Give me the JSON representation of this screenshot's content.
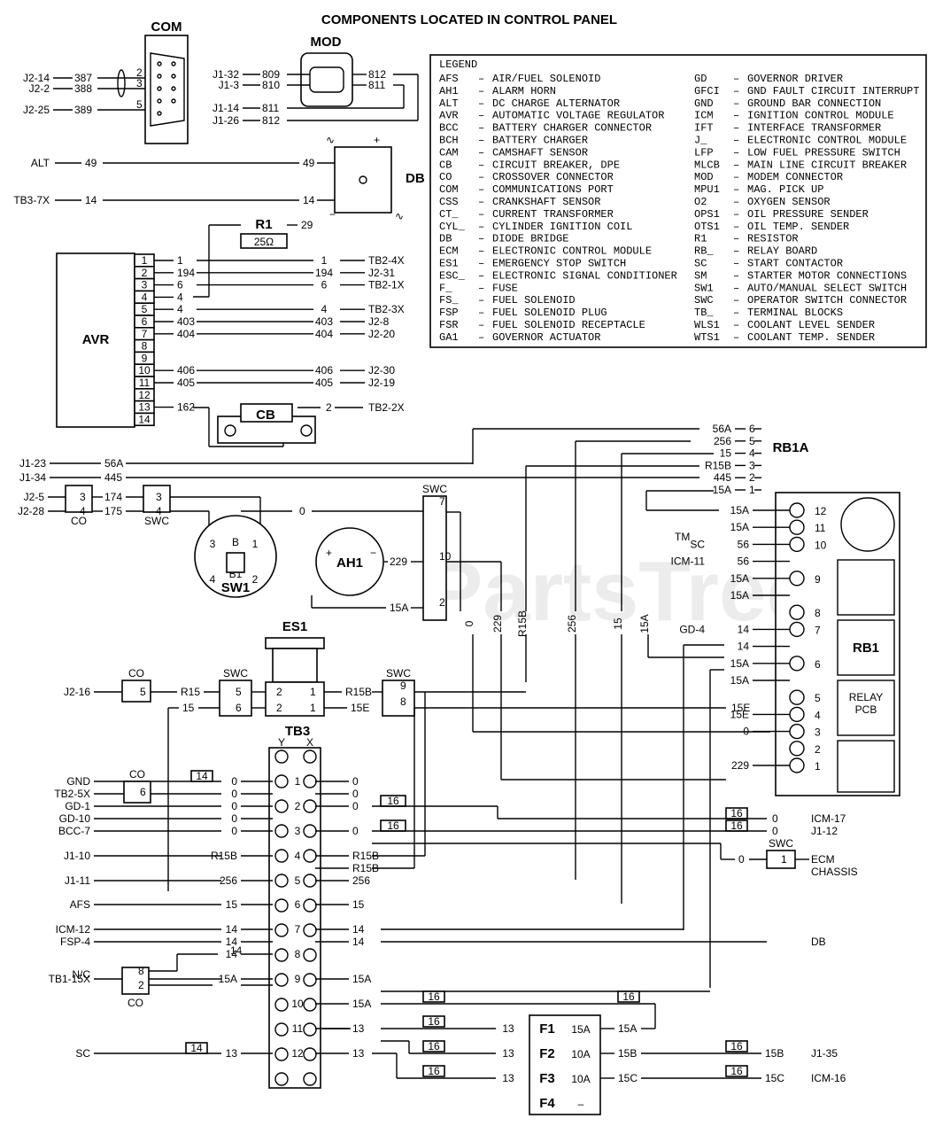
{
  "title": "COMPONENTS LOCATED IN CONTROL PANEL",
  "watermark": "PartsTree",
  "trademark": "TM",
  "components": {
    "com": "COM",
    "mod": "MOD",
    "db": "DB",
    "r1": "R1",
    "r1_value": "25Ω",
    "avr": "AVR",
    "cb": "CB",
    "rb1a": "RB1A",
    "sw1": "SW1",
    "ah1": "AH1",
    "es1": "ES1",
    "tb3": "TB3",
    "tb3_y": "Y",
    "tb3_x": "X",
    "rb1": "RB1",
    "relay_pcb": "RELAY PCB",
    "co": "CO",
    "swc": "SWC"
  },
  "com_pins": [
    {
      "ref": "J2-14",
      "wire": "387",
      "pin": "2"
    },
    {
      "ref": "J2-2",
      "wire": "388",
      "pin": "3"
    },
    {
      "ref": "J2-25",
      "wire": "389",
      "pin": "5"
    }
  ],
  "mod_pins": [
    {
      "ref": "J1-32",
      "wire": "809",
      "out": "812"
    },
    {
      "ref": "J1-3",
      "wire": "810",
      "out": "811"
    },
    {
      "ref": "J1-14",
      "wire": "811"
    },
    {
      "ref": "J1-26",
      "wire": "812"
    }
  ],
  "db_wires": [
    {
      "ref": "ALT",
      "wire": "49"
    },
    {
      "ref": "TB3-7X",
      "wire": "14"
    }
  ],
  "r1_wire": "29",
  "avr_terminals": [
    {
      "n": "1",
      "wire": "1",
      "dest": "TB2-4X"
    },
    {
      "n": "2",
      "wire": "194",
      "dest": "J2-31"
    },
    {
      "n": "3",
      "wire": "6",
      "dest": "TB2-1X"
    },
    {
      "n": "4",
      "wire": "4",
      "dest": ""
    },
    {
      "n": "5",
      "wire": "4",
      "dest": "TB2-3X"
    },
    {
      "n": "6",
      "wire": "403",
      "dest": "J2-8"
    },
    {
      "n": "7",
      "wire": "404",
      "dest": "J2-20"
    },
    {
      "n": "8",
      "wire": "",
      "dest": ""
    },
    {
      "n": "9",
      "wire": "",
      "dest": ""
    },
    {
      "n": "10",
      "wire": "406",
      "dest": "J2-30"
    },
    {
      "n": "11",
      "wire": "405",
      "dest": "J2-19"
    },
    {
      "n": "12",
      "wire": "",
      "dest": ""
    },
    {
      "n": "13",
      "wire": "162",
      "dest": ""
    },
    {
      "n": "14",
      "wire": "",
      "dest": ""
    }
  ],
  "cb_wire": {
    "wire": "2",
    "dest": "TB2-2X"
  },
  "legend": {
    "title": "LEGEND",
    "left": [
      [
        "AFS",
        "AIR/FUEL SOLENOID"
      ],
      [
        "AH1",
        "ALARM HORN"
      ],
      [
        "ALT",
        "DC CHARGE ALTERNATOR"
      ],
      [
        "AVR",
        "AUTOMATIC VOLTAGE REGULATOR"
      ],
      [
        "BCC",
        "BATTERY CHARGER CONNECTOR"
      ],
      [
        "BCH",
        "BATTERY CHARGER"
      ],
      [
        "CAM",
        "CAMSHAFT SENSOR"
      ],
      [
        "CB",
        "CIRCUIT BREAKER, DPE"
      ],
      [
        "CO",
        "CROSSOVER CONNECTOR"
      ],
      [
        "COM",
        "COMMUNICATIONS PORT"
      ],
      [
        "CSS",
        "CRANKSHAFT SENSOR"
      ],
      [
        "CT_",
        "CURRENT TRANSFORMER"
      ],
      [
        "CYL_",
        "CYLINDER IGNITION COIL"
      ],
      [
        "DB",
        "DIODE BRIDGE"
      ],
      [
        "ECM",
        "ELECTRONIC CONTROL MODULE"
      ],
      [
        "ES1",
        "EMERGENCY STOP SWITCH"
      ],
      [
        "ESC_",
        "ELECTRONIC SIGNAL CONDITIONER"
      ],
      [
        "F_",
        "FUSE"
      ],
      [
        "FS_",
        "FUEL SOLENOID"
      ],
      [
        "FSP",
        "FUEL SOLENOID PLUG"
      ],
      [
        "FSR",
        "FUEL SOLENOID RECEPTACLE"
      ],
      [
        "GA1",
        "GOVERNOR ACTUATOR"
      ]
    ],
    "right": [
      [
        "GD",
        "GOVERNOR DRIVER"
      ],
      [
        "GFCI",
        "GND FAULT CIRCUIT INTERRUPT"
      ],
      [
        "GND",
        "GROUND BAR CONNECTION"
      ],
      [
        "ICM",
        "IGNITION CONTROL MODULE"
      ],
      [
        "IFT",
        "INTERFACE TRANSFORMER"
      ],
      [
        "J_",
        "ELECTRONIC CONTROL MODULE"
      ],
      [
        "LFP",
        "LOW FUEL PRESSURE SWITCH"
      ],
      [
        "MLCB",
        "MAIN LINE CIRCUIT BREAKER"
      ],
      [
        "MOD",
        "MODEM CONNECTOR"
      ],
      [
        "MPU1",
        "MAG. PICK UP"
      ],
      [
        "O2",
        "OXYGEN SENSOR"
      ],
      [
        "OPS1",
        "OIL PRESSURE SENDER"
      ],
      [
        "OTS1",
        "OIL TEMP. SENDER"
      ],
      [
        "R1",
        "RESISTOR"
      ],
      [
        "RB_",
        "RELAY BOARD"
      ],
      [
        "SC",
        "START CONTACTOR"
      ],
      [
        "SM",
        "STARTER MOTOR CONNECTIONS"
      ],
      [
        "SW1",
        "AUTO/MANUAL SELECT SWITCH"
      ],
      [
        "SWC",
        "OPERATOR SWITCH CONNECTOR"
      ],
      [
        "TB_",
        "TERMINAL BLOCKS"
      ],
      [
        "WLS1",
        "COOLANT LEVEL SENDER"
      ],
      [
        "WTS1",
        "COOLANT TEMP. SENDER"
      ]
    ]
  },
  "rb1a_pins": [
    {
      "wire": "56A",
      "n": "6"
    },
    {
      "wire": "256",
      "n": "5"
    },
    {
      "wire": "15",
      "n": "4"
    },
    {
      "wire": "R15B",
      "n": "3"
    },
    {
      "wire": "445",
      "n": "2"
    },
    {
      "wire": "15A",
      "n": "1"
    }
  ],
  "j1_inputs": [
    {
      "ref": "J1-23",
      "wire": "56A"
    },
    {
      "ref": "J1-34",
      "wire": "445"
    }
  ],
  "co_sw_inputs": [
    {
      "ref": "J2-5",
      "co": "3",
      "wire": "174",
      "swc": "3"
    },
    {
      "ref": "J2-28",
      "co": "4",
      "wire": "175",
      "swc": "4"
    }
  ],
  "sw1_labels": [
    "3",
    "B",
    "1",
    "4",
    "B1",
    "2"
  ],
  "swc_col_pins": [
    "7",
    "10",
    "2"
  ],
  "swc_col_wires": [
    "0",
    "229",
    "15A"
  ],
  "vertical_wires": [
    "0",
    "229",
    "R15B",
    "256",
    "15",
    "15A"
  ],
  "rb1_terminals": [
    {
      "n": "12",
      "left": "15A",
      "ref": ""
    },
    {
      "n": "11",
      "left": "15A",
      "ref": ""
    },
    {
      "n": "10",
      "left": "56",
      "ref": "SC"
    },
    {
      "n": "",
      "left": "56",
      "ref": "ICM-11"
    },
    {
      "n": "9",
      "left": "15A",
      "ref": ""
    },
    {
      "n": "",
      "left": "15A",
      "ref": ""
    },
    {
      "n": "8",
      "left": "",
      "ref": ""
    },
    {
      "n": "7",
      "left": "14",
      "ref": "GD-4"
    },
    {
      "n": "",
      "left": "14",
      "ref": ""
    },
    {
      "n": "6",
      "left": "15A",
      "ref": ""
    },
    {
      "n": "",
      "left": "15A",
      "ref": ""
    },
    {
      "n": "5",
      "left": "",
      "ref": ""
    },
    {
      "n": "4",
      "left": "15E",
      "ref": ""
    },
    {
      "n": "3",
      "left": "0",
      "ref": ""
    },
    {
      "n": "2",
      "left": "",
      "ref": ""
    },
    {
      "n": "1",
      "left": "229",
      "ref": ""
    }
  ],
  "es1_row": {
    "ref": "J2-16",
    "co": "5",
    "w1": "R15",
    "swc1": "5",
    "sw_a": "2",
    "sw_b": "1",
    "w2": "R15B",
    "swc2": "9",
    "w3": "15",
    "swc1b": "6",
    "w4": "15E",
    "swc2b": "8"
  },
  "tb3_rows": [
    {
      "n": "1",
      "left_ref": "GND",
      "lw": "0",
      "rw": "0",
      "right": ""
    },
    {
      "n": "",
      "left_ref": "TB2-5X",
      "lw": "0",
      "rw": "0",
      "right": ""
    },
    {
      "n": "2",
      "left_ref": "GD-1",
      "lw": "0",
      "rw": "0",
      "right": ""
    },
    {
      "n": "",
      "left_ref": "GD-10",
      "lw": "0",
      "rw": "",
      "right": ""
    },
    {
      "n": "3",
      "left_ref": "BCC-7",
      "lw": "0",
      "rw": "0",
      "right": ""
    },
    {
      "n": "4",
      "left_ref": "J1-10",
      "lw": "R15B",
      "rw": "R15B",
      "right": ""
    },
    {
      "n": "",
      "left_ref": "",
      "lw": "",
      "rw": "R15B",
      "right": ""
    },
    {
      "n": "5",
      "left_ref": "J1-11",
      "lw": "256",
      "rw": "256",
      "right": ""
    },
    {
      "n": "6",
      "left_ref": "AFS",
      "lw": "15",
      "rw": "15",
      "right": ""
    },
    {
      "n": "7",
      "left_ref": "ICM-12",
      "lw": "14",
      "rw": "14",
      "right": ""
    },
    {
      "n": "",
      "left_ref": "FSP-4",
      "lw": "14",
      "rw": "14",
      "right": "DB"
    },
    {
      "n": "8",
      "left_ref": "",
      "lw": "14",
      "rw": "",
      "right": ""
    },
    {
      "n": "9",
      "left_ref": "TB1-15X",
      "lw": "15A",
      "rw": "15A",
      "right": ""
    },
    {
      "n": "10",
      "left_ref": "",
      "lw": "",
      "rw": "15A",
      "right": ""
    },
    {
      "n": "11",
      "left_ref": "",
      "lw": "",
      "rw": "13",
      "right": ""
    },
    {
      "n": "12",
      "left_ref": "SC",
      "lw": "13",
      "rw": "13",
      "right": ""
    }
  ],
  "tb3_extra": {
    "nc": "N/C",
    "co_pins": [
      "8",
      "2"
    ],
    "co6": "6",
    "gnd_tag": "14",
    "sc_tag": "14",
    "icm17": "ICM-17",
    "j112": "J1-12",
    "ecm": "ECM",
    "chassis": "CHASSIS",
    "swc1": "1",
    "tag16": "16",
    "w14": "14",
    "w0": "0"
  },
  "fuses": [
    {
      "name": "F1",
      "rating": "15A",
      "wire": "15A",
      "dest": ""
    },
    {
      "name": "F2",
      "rating": "10A",
      "wire": "15B",
      "dest": "J1-35",
      "dw": "15B"
    },
    {
      "name": "F3",
      "rating": "10A",
      "wire": "15C",
      "dest": "ICM-16",
      "dw": "15C"
    },
    {
      "name": "F4",
      "rating": "–",
      "wire": "",
      "dest": ""
    }
  ],
  "fuse_in_wire": "13"
}
